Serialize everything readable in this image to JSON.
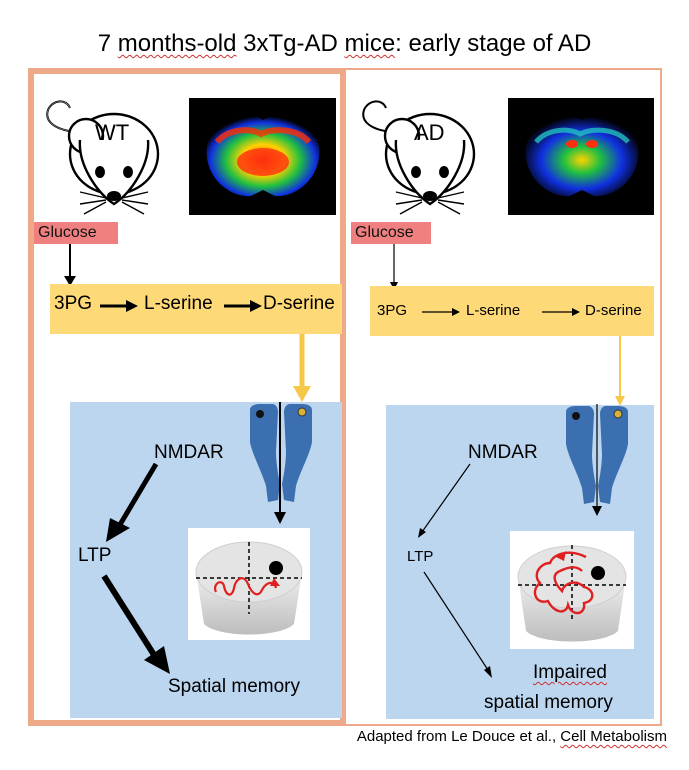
{
  "title": {
    "text": "7 months-old 3xTg-AD mice: early stage of AD",
    "underlined_words": [
      "months-old",
      "mice"
    ]
  },
  "left": {
    "mouse_label": "WT",
    "glucose": "Glucose",
    "pathway": [
      "3PG",
      "L-serine",
      "D-serine"
    ],
    "receptor": "NMDAR",
    "ltp": "LTP",
    "outcome": "Spatial memory"
  },
  "right": {
    "mouse_label": "AD",
    "glucose": "Glucose",
    "pathway": [
      "3PG",
      "L-serine",
      "D-serine"
    ],
    "receptor": "NMDAR",
    "ltp": "LTP",
    "outcome_line1": "Impaired",
    "outcome_line2": "spatial memory"
  },
  "credit": {
    "prefix": "Adapted from Le Douce et al., ",
    "journal": "Cell Metabolism"
  },
  "colors": {
    "panel_border": "#eeaa88",
    "glucose_box": "#f08080",
    "pathway_box": "#fed977",
    "membrane_box": "#bcd6ef",
    "receptor": "#3b6fb0",
    "ligand": "#d8b23a",
    "path_trace": "#e02020",
    "arrow_yellow": "#f5c84a"
  }
}
